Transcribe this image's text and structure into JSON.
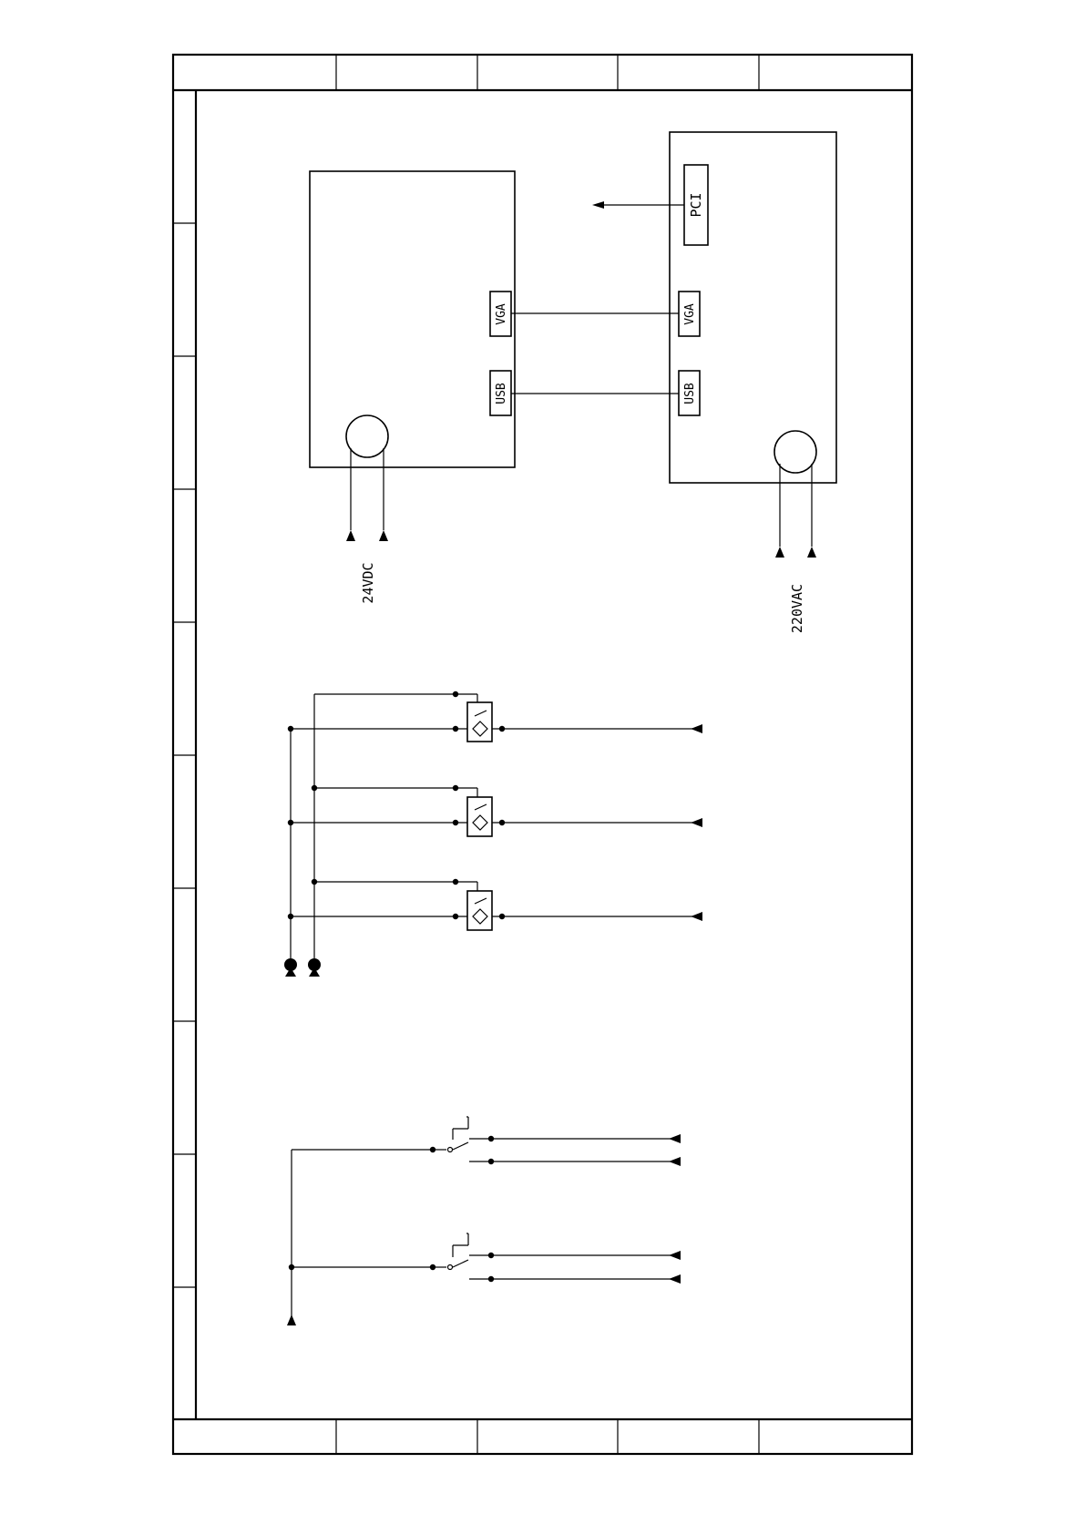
{
  "labels": {
    "supply_24v": "24VDC",
    "supply_220v": "220VAC",
    "panel_usb": "USB",
    "panel_vga": "VGA",
    "pc_usb": "USB",
    "pc_vga": "VGA",
    "pc_pci": "PCI"
  },
  "sensor_count": 3,
  "switch_count": 2
}
